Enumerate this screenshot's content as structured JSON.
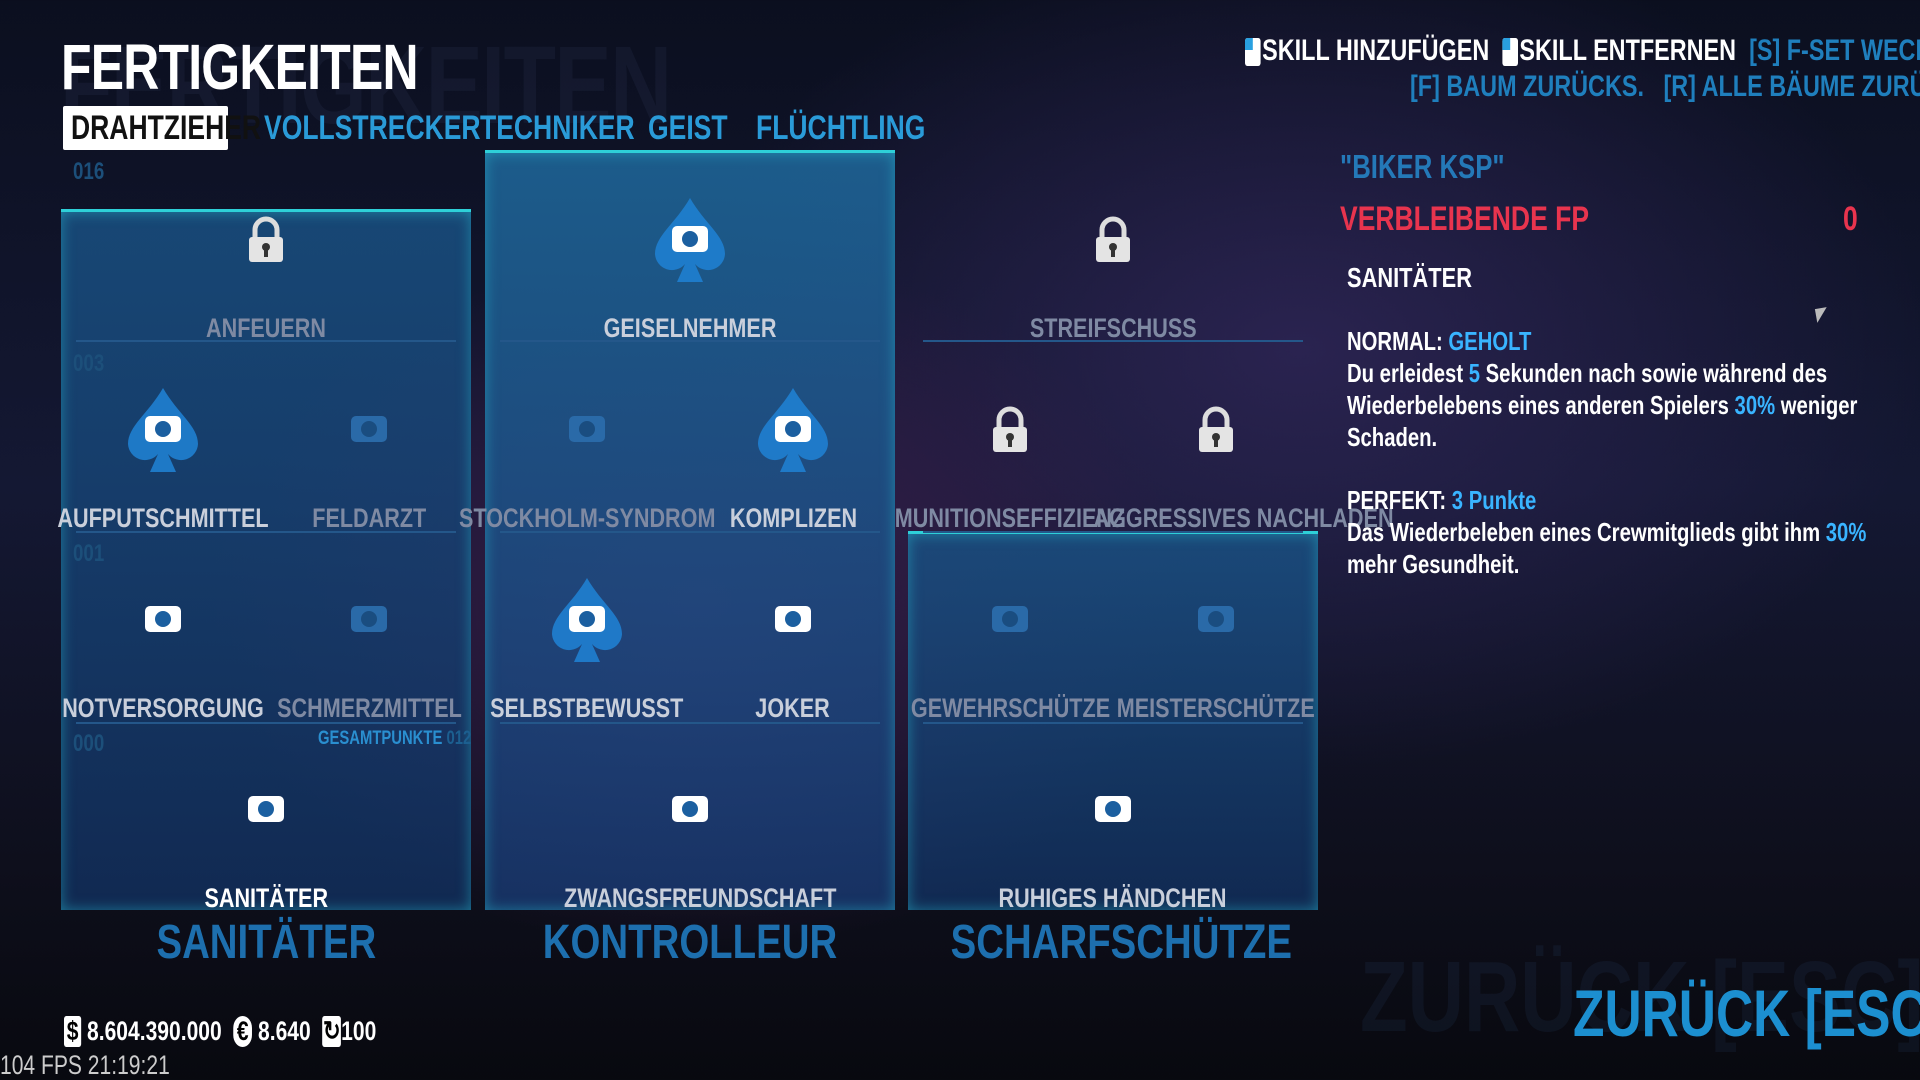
{
  "title": "FERTIGKEITEN",
  "tabs": [
    "DRAHTZIEHER",
    "VOLLSTRECKER",
    "TECHNIKER",
    "GEIST",
    "FLÜCHTLING"
  ],
  "selected_tab": "DRAHTZIEHER",
  "tier_points": {
    "t4": "016",
    "t3": "003",
    "t2": "001",
    "t1": "000",
    "total_label": "GESAMTPUNKTE",
    "total": "012"
  },
  "controls": {
    "add": "SKILL HINZUFÜGEN",
    "remove": "SKILL ENTFERNEN",
    "switch": "[S] F-SET WECHSELN",
    "reset_tree": "[F] BAUM ZURÜCKS.",
    "reset_all": "[R] ALLE BÄUME ZURÜCKS."
  },
  "trees": [
    {
      "name": "SANITÄTER",
      "skills": [
        {
          "name": "ANFEUERN",
          "state": "locked"
        },
        {
          "name": "AUFPUTSCHMITTEL",
          "state": "aced"
        },
        {
          "name": "FELDARZT",
          "state": "none"
        },
        {
          "name": "NOTVERSORGUNG",
          "state": "owned"
        },
        {
          "name": "SCHMERZMITTEL",
          "state": "none"
        },
        {
          "name": "SANITÄTER",
          "state": "selected"
        }
      ]
    },
    {
      "name": "KONTROLLEUR",
      "skills": [
        {
          "name": "GEISELNEHMER",
          "state": "aced"
        },
        {
          "name": "STOCKHOLM-SYNDROM",
          "state": "none"
        },
        {
          "name": "KOMPLIZEN",
          "state": "aced"
        },
        {
          "name": "SELBSTBEWUSST",
          "state": "aced"
        },
        {
          "name": "JOKER",
          "state": "owned"
        },
        {
          "name": "ZWANGSFREUNDSCHAFT",
          "state": "owned"
        }
      ]
    },
    {
      "name": "SCHARFSCHÜTZE",
      "skills": [
        {
          "name": "STREIFSCHUSS",
          "state": "locked"
        },
        {
          "name": "MUNITIONSEFFIZIENZ",
          "state": "locked"
        },
        {
          "name": "AGGRESSIVES NACHLADEN",
          "state": "locked"
        },
        {
          "name": "GEWEHRSCHÜTZE",
          "state": "none"
        },
        {
          "name": "MEISTERSCHÜTZE",
          "state": "none"
        },
        {
          "name": "RUHIGES HÄNDCHEN",
          "state": "owned"
        }
      ]
    }
  ],
  "info": {
    "build_name": "\"BIKER KSP\"",
    "remaining_label": "VERBLEIBENDE FP",
    "remaining": "0",
    "skill": "SANITÄTER",
    "normal_label": "NORMAL:",
    "normal_status": "GEHOLT",
    "normal_desc": [
      "Du erleidest ",
      "5",
      " Sekunden nach sowie während des",
      "Wiederbelebens eines anderen Spielers ",
      "30%",
      " weniger",
      "Schaden."
    ],
    "perfekt_label": "PERFEKT:",
    "perfekt_cost": "3 Punkte",
    "perfekt_desc": [
      "Das Wiederbeleben eines Crewmitglieds gibt ihm ",
      "30%",
      "mehr Gesundheit."
    ]
  },
  "back": "ZURÜCK [ESC]",
  "stats": {
    "money": "8.604.390.000",
    "coins": "8.640",
    "level": "100"
  },
  "fps": "104 FPS 21:19:21",
  "colors": {
    "accent": "#2a9bd8",
    "warning": "#e8344e",
    "panel_border": "#2ed0d8"
  }
}
